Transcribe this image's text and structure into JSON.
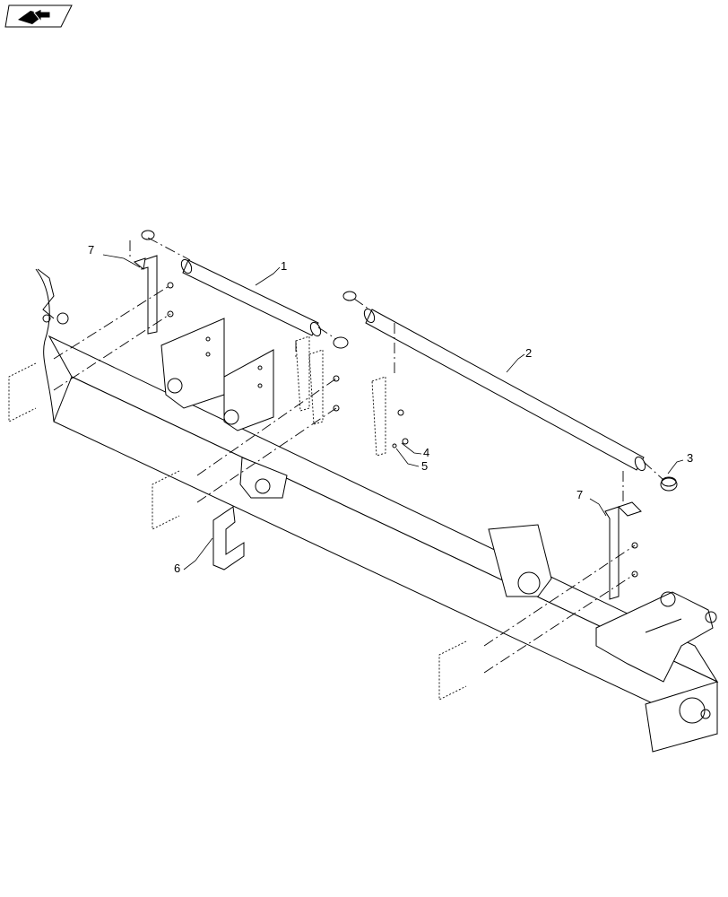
{
  "navigation": {
    "icon": "book-arrow-icon"
  },
  "callouts": [
    {
      "id": "1",
      "label": "1"
    },
    {
      "id": "2",
      "label": "2"
    },
    {
      "id": "3",
      "label": "3"
    },
    {
      "id": "4",
      "label": "4"
    },
    {
      "id": "5",
      "label": "5"
    },
    {
      "id": "6",
      "label": "6"
    },
    {
      "id": "7a",
      "label": "7"
    },
    {
      "id": "7b",
      "label": "7"
    }
  ]
}
